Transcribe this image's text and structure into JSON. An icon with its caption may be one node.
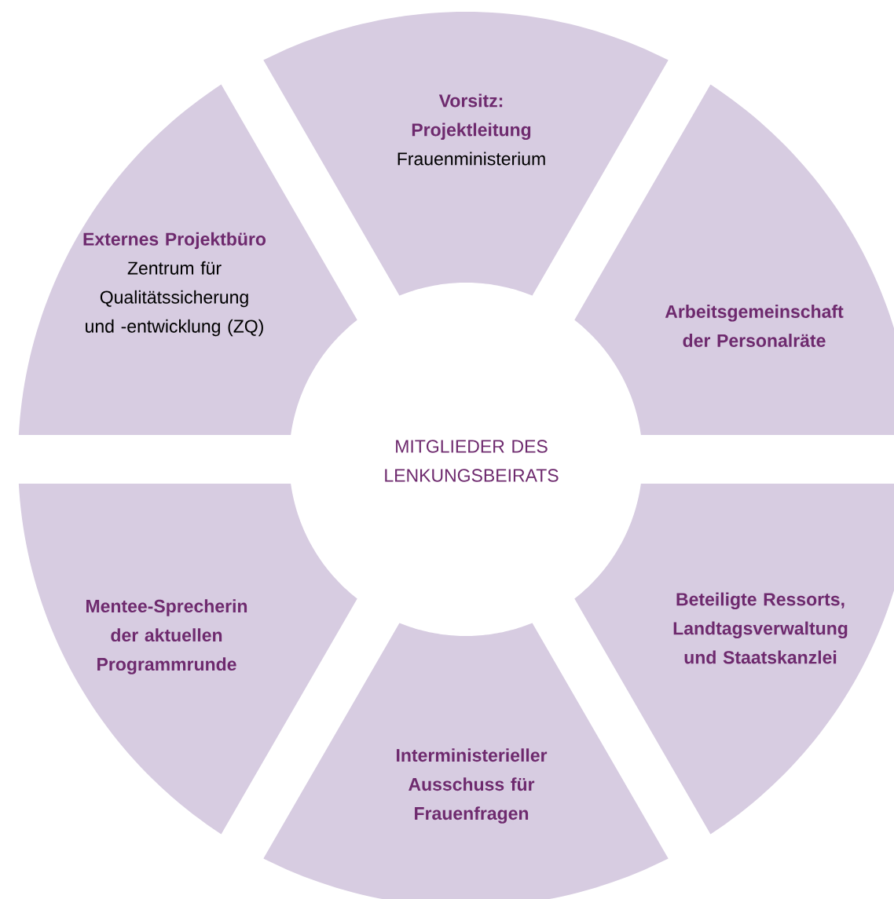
{
  "diagram": {
    "nodes": [
      {
        "text": [
          "Vorsitz: Projektleitung",
          "Frauenministerium"
        ]
      },
      {
        "text": [
          "Externes Projektbüro",
          "Zentrum für Qualitätssicherung und -entwicklung (ZQ)"
        ]
      },
      {
        "text": [
          "Arbeitsgemeinschaft der Personalräte"
        ]
      },
      {
        "text": [
          "MITGLIEDER DES LENKUNGSBEIRATS"
        ]
      },
      {
        "text": [
          "Beteiligte Ressorts, Landtagsverwaltung und Staatskanzlei"
        ]
      },
      {
        "text": [
          "Mentee-Sprecherin der aktuellen Programmrunde"
        ]
      },
      {
        "text": [
          "Interministerieller Ausschuss für Frauenfragen"
        ]
      }
    ]
  }
}
